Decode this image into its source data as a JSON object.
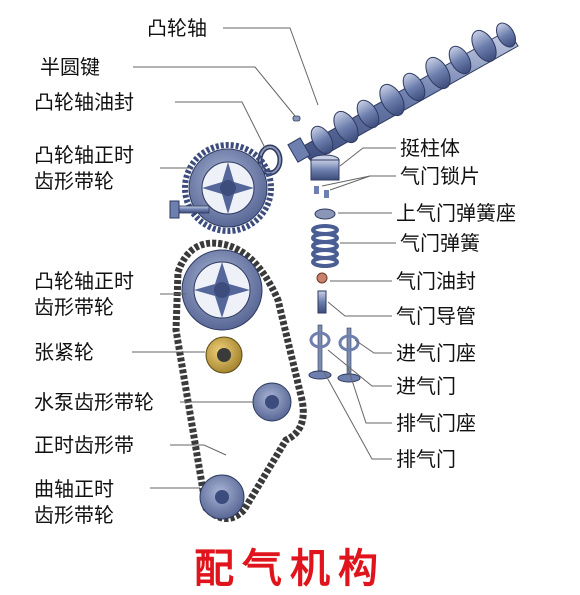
{
  "labels": {
    "camshaft": "凸轮轴",
    "half_round_key": "半圆键",
    "camshaft_oil_seal": "凸轮轴油封",
    "camshaft_timing_pulley_1": "凸轮轴正时",
    "camshaft_timing_pulley_1b": "齿形带轮",
    "camshaft_timing_pulley_2": "凸轮轴正时",
    "camshaft_timing_pulley_2b": "齿形带轮",
    "tensioner": "张紧轮",
    "water_pump_pulley": "水泵齿形带轮",
    "timing_belt": "正时齿形带",
    "crankshaft_pulley": "曲轴正时",
    "crankshaft_pulley_b": "齿形带轮",
    "tappet": "挺柱体",
    "valve_cotter": "气门锁片",
    "upper_spring_seat": "上气门弹簧座",
    "valve_spring": "气门弹簧",
    "valve_oil_seal": "气门油封",
    "valve_guide": "气门导管",
    "intake_valve_seat": "进气门座",
    "intake_valve": "进气门",
    "exhaust_valve_seat": "排气门座",
    "exhaust_valve": "排气门"
  },
  "title": "配气机构",
  "colors": {
    "title": "#e0141c",
    "part": "#4a5e94",
    "belt": "#3a3a3a"
  }
}
